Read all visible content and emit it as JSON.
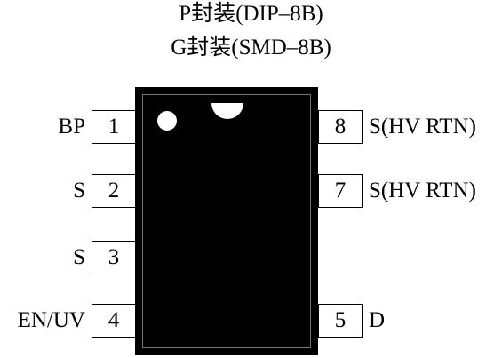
{
  "titles": {
    "line1": "P封装(DIP–8B)",
    "line2": "G封装(SMD–8B)"
  },
  "pins": [
    {
      "number": "1",
      "label": "BP"
    },
    {
      "number": "2",
      "label": "S"
    },
    {
      "number": "3",
      "label": "S"
    },
    {
      "number": "4",
      "label": "EN/UV"
    },
    {
      "number": "5",
      "label": "D"
    },
    {
      "number": "7",
      "label": "S(HV RTN)"
    },
    {
      "number": "8",
      "label": "S(HV RTN)"
    }
  ]
}
